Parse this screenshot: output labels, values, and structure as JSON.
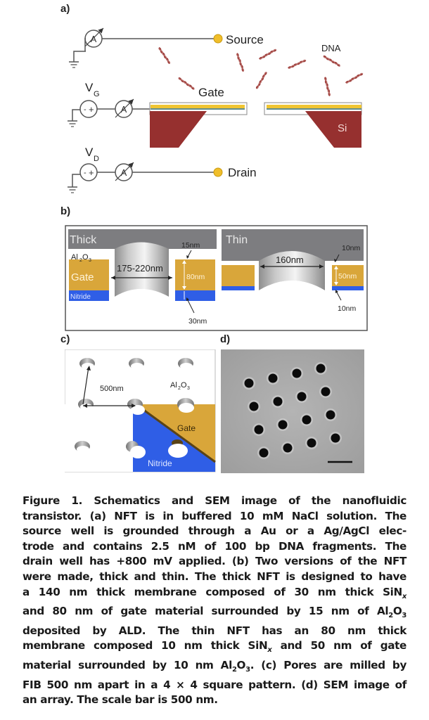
{
  "panels": {
    "a": {
      "label": "a)",
      "source_label": "Source",
      "drain_label": "Drain",
      "gate_label": "Gate",
      "dna_label": "DNA",
      "si_label": "Si",
      "ammeter_symbol": "A",
      "vg_label": "V",
      "vg_sub": "G",
      "vd_label": "V",
      "vd_sub": "D",
      "source_minus": "-",
      "source_plus": "+"
    },
    "b": {
      "label": "b)",
      "thick": {
        "title": "Thick",
        "al2o3": "Al",
        "al2o3_sub1": "2",
        "al2o3_o": "O",
        "al2o3_sub2": "3",
        "gate": "Gate",
        "nitride": "Nitride",
        "diameter": "175-220nm",
        "top_layer": "15nm",
        "gate_thickness": "80nm",
        "nitride_thickness": "30nm"
      },
      "thin": {
        "title": "Thin",
        "diameter": "160nm",
        "top_layer": "10nm",
        "gate_thickness": "50nm",
        "nitride_thickness": "10nm"
      }
    },
    "c": {
      "label": "c)",
      "spacing": "500nm",
      "al2o3": "Al",
      "al2o3_sub1": "2",
      "al2o3_o": "O",
      "al2o3_sub2": "3",
      "gate": "Gate",
      "nitride": "Nitride"
    },
    "d": {
      "label": "d)",
      "pore_count": 16
    }
  },
  "colors": {
    "silicon": "#96302f",
    "gate": "#d9a63a",
    "gate_strip": "#f0c533",
    "nitride": "#2f5ee6",
    "oxide_gray": "#7d7d80",
    "dna": "#a0403d",
    "electrode": "#f0be2a",
    "sem_bg": "#a9a9a9"
  },
  "caption": {
    "lines": [
      "Figure 1. Schematics and SEM image of the nanofluidic",
      "transistor. (a) NFT is in buffered 10 mM NaCl solution. The",
      "source well is grounded through a Au or a Ag/AgCl elec-",
      "trode and contains 2.5 nM of 100 bp DNA fragments. The",
      "drain well has +800 mV applied. (b) Two versions of the NFT",
      "were made, thick and thin. The thick NFT is designed to have",
      "a 140 nm thick membrane composed of 30 nm thick SiN",
      "and 80 nm of gate material surrounded by 15 nm of Al",
      "deposited by ALD. The thin NFT has an 80 nm thick",
      "membrane composed 10 nm thick SiN",
      "material surrounded by 10 nm Al",
      "FIB 500 nm apart in a 4 × 4 square pattern. (d) SEM image of",
      "an array. The scale bar is 500 nm."
    ],
    "sin_sub": "x",
    "al_sub": "2",
    "o_letter": "O",
    "o_sub": "3",
    "line10_tail": " and 50 nm of gate",
    "line11_tail": ". (c) Pores are milled by"
  }
}
